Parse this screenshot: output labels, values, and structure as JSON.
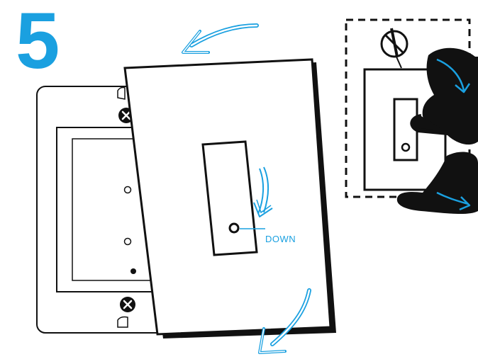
{
  "step": {
    "number": "5"
  },
  "cover": {
    "direction_label": "DOWN"
  },
  "colors": {
    "accent": "#1aa0e0",
    "outline": "#111111",
    "background": "#ffffff"
  },
  "icons": {
    "screw": "x-mark-screw",
    "no_tool": "no-screwdriver-icon",
    "hands": "hands-icon",
    "arrows": "curved-arrow"
  }
}
